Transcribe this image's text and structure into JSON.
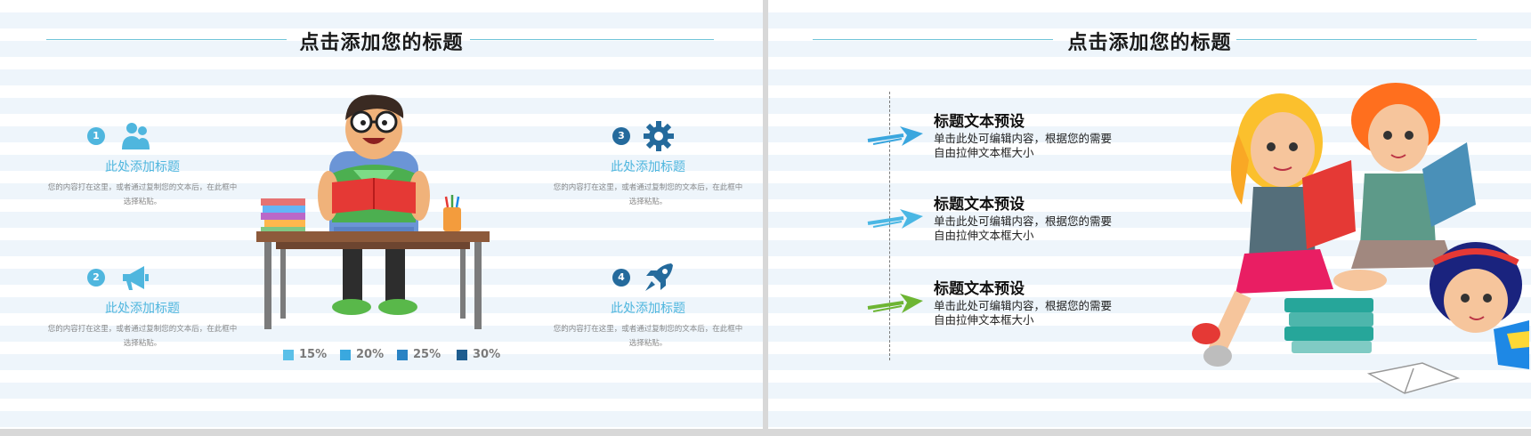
{
  "slides": [
    {
      "title": "点击添加您的标题",
      "features": [
        {
          "number": "1",
          "title": "此处添加标题",
          "desc": "您的内容打在这里，或者通过复制您的文本后，在此框中选择粘贴。",
          "icon": "users-icon"
        },
        {
          "number": "2",
          "title": "此处添加标题",
          "desc": "您的内容打在这里，或者通过复制您的文本后，在此框中选择粘贴。",
          "icon": "megaphone-icon"
        },
        {
          "number": "3",
          "title": "此处添加标题",
          "desc": "您的内容打在这里，或者通过复制您的文本后，在此框中选择粘贴。",
          "icon": "gear-icon"
        },
        {
          "number": "4",
          "title": "此处添加标题",
          "desc": "您的内容打在这里，或者通过复制您的文本后，在此框中选择粘贴。",
          "icon": "rocket-icon"
        }
      ],
      "legend": [
        {
          "label": "15%",
          "color": "#5bc0e8"
        },
        {
          "label": "20%",
          "color": "#3aa8df"
        },
        {
          "label": "25%",
          "color": "#2a83c4"
        },
        {
          "label": "30%",
          "color": "#1f5d8f"
        }
      ]
    },
    {
      "title": "点击添加您的标题",
      "items": [
        {
          "title": "标题文本预设",
          "desc": "单击此处可编辑内容，根据您的需要自由拉伸文本框大小",
          "arrow_color": "#3aa6de"
        },
        {
          "title": "标题文本预设",
          "desc": "单击此处可编辑内容，根据您的需要自由拉伸文本框大小",
          "arrow_color": "#4ab7e4"
        },
        {
          "title": "标题文本预设",
          "desc": "单击此处可编辑内容，根据您的需要自由拉伸文本框大小",
          "arrow_color": "#6db533"
        }
      ]
    }
  ],
  "colors": {
    "accent_light": "#4fb6de",
    "accent_dark": "#246a9c",
    "title_line": "#6ec3d8"
  }
}
